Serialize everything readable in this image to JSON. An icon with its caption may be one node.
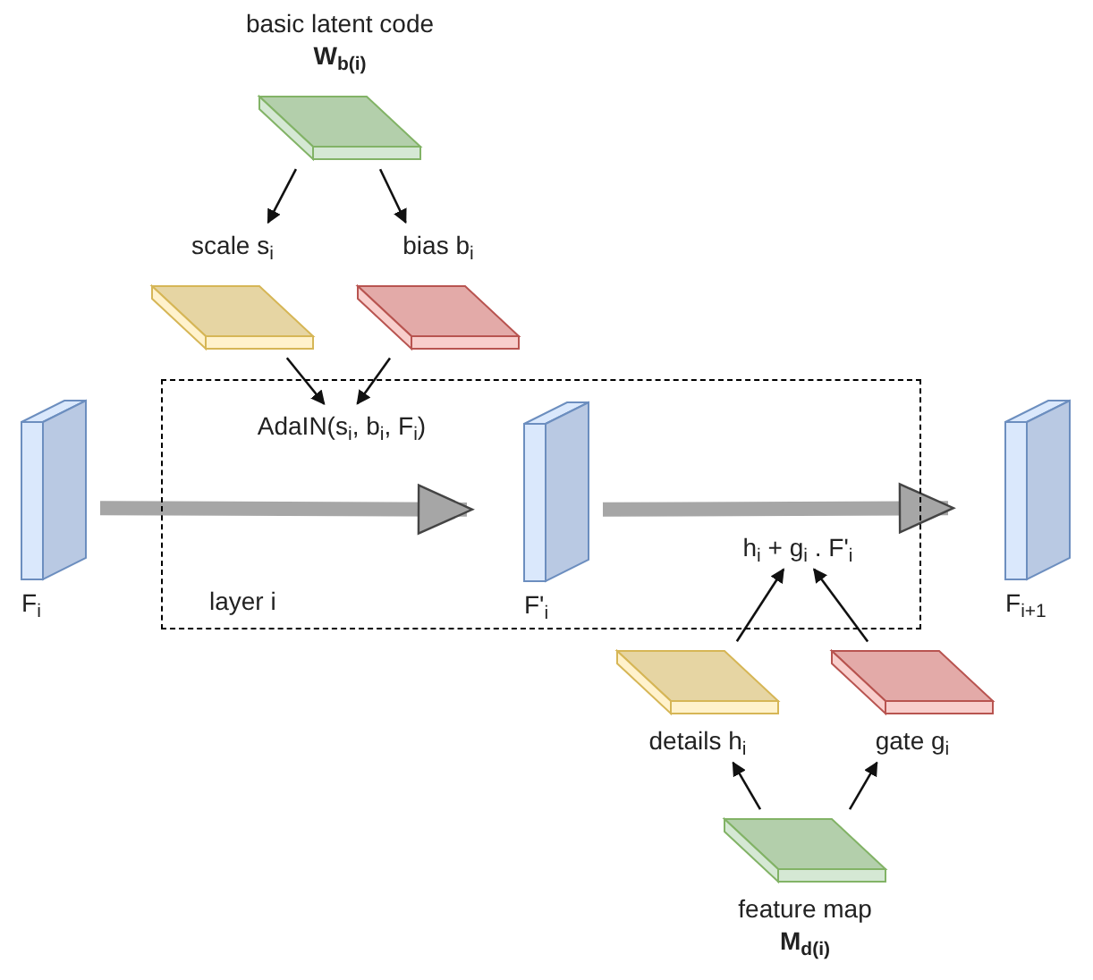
{
  "diagram": {
    "nodes": [
      {
        "text": [
          "basic latent code",
          "W$_{b(i)}$"
        ]
      },
      {
        "text": [
          "scale s$_{i}$"
        ]
      },
      {
        "text": [
          "bias b$_{i}$"
        ]
      },
      {
        "text": [
          "layer i"
        ]
      },
      {
        "text": [
          "AdaIN(s$_{i}$, b$_{i}$, F$_{i}$)"
        ],
        "in": 3
      },
      {
        "text": [
          "F$_{i}$"
        ]
      },
      {
        "text": [
          "F'$_{i}$"
        ],
        "in": 3
      },
      {
        "text": [
          "h$_{i}$ + g$_{i}$ . F'$_{i}$"
        ],
        "in": 3
      },
      {
        "text": [
          "F$_{i+1}$"
        ]
      },
      {
        "text": [
          "details h$_{i}$"
        ]
      },
      {
        "text": [
          "gate g$_{i}$"
        ]
      },
      {
        "text": [
          "feature map",
          "M$_{d(i)}$"
        ]
      }
    ],
    "edges": [
      {
        "from": 0,
        "to": 1,
        "arrow": "to"
      },
      {
        "from": 0,
        "to": 2,
        "arrow": "to"
      },
      {
        "from": 1,
        "to": 4,
        "arrow": "to"
      },
      {
        "from": 2,
        "to": 4,
        "arrow": "to"
      },
      {
        "from": 5,
        "to": 6,
        "arrow": "to",
        "style": "thick",
        "color": "#a6a6a6"
      },
      {
        "from": 6,
        "to": 8,
        "arrow": "to",
        "style": "thick",
        "color": "#a6a6a6"
      },
      {
        "from": 9,
        "to": 7,
        "arrow": "to"
      },
      {
        "from": 10,
        "to": 7,
        "arrow": "to"
      },
      {
        "from": 11,
        "to": 9,
        "arrow": "to"
      },
      {
        "from": 11,
        "to": 10,
        "arrow": "to"
      }
    ]
  }
}
